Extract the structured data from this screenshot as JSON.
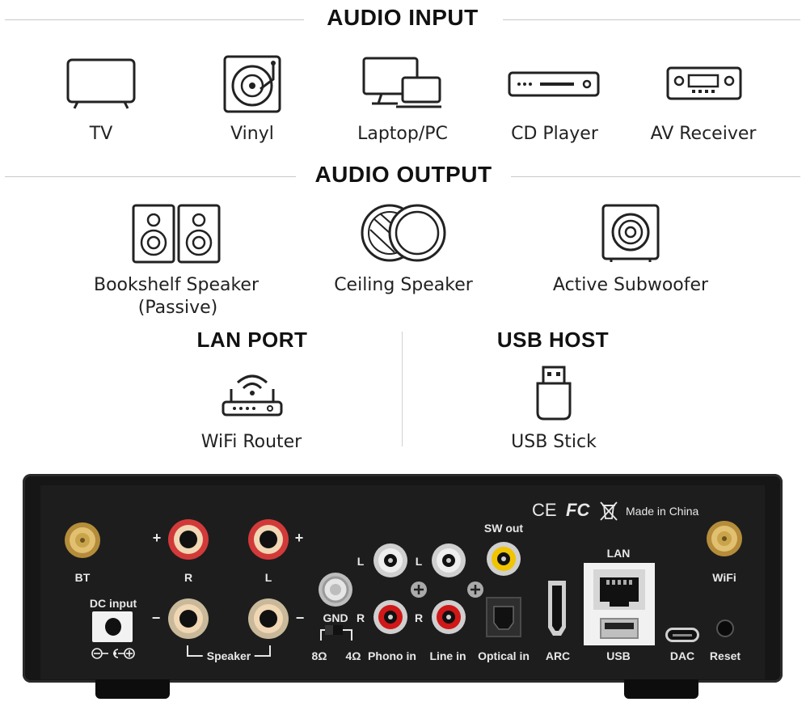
{
  "sections": {
    "audio_input": "AUDIO INPUT",
    "audio_output": "AUDIO OUTPUT",
    "lan_port": "LAN PORT",
    "usb_host": "USB HOST"
  },
  "inputs": [
    {
      "label": "TV",
      "icon": "tv-icon"
    },
    {
      "label": "Vinyl",
      "icon": "vinyl-icon"
    },
    {
      "label": "Laptop/PC",
      "icon": "laptop-pc-icon"
    },
    {
      "label": "CD Player",
      "icon": "cd-player-icon"
    },
    {
      "label": "AV Receiver",
      "icon": "av-receiver-icon"
    }
  ],
  "outputs": [
    {
      "label": "Bookshelf Speaker",
      "sublabel": "(Passive)",
      "icon": "bookshelf-speaker-icon"
    },
    {
      "label": "Ceiling Speaker",
      "icon": "ceiling-speaker-icon"
    },
    {
      "label": "Active Subwoofer",
      "icon": "subwoofer-icon"
    }
  ],
  "lan": {
    "label": "WiFi Router",
    "icon": "wifi-router-icon"
  },
  "usb": {
    "label": "USB Stick",
    "icon": "usb-stick-icon"
  },
  "device": {
    "bt": "BT",
    "wifi": "WiFi",
    "dc_input": "DC input",
    "plus": "+",
    "minus": "−",
    "r": "R",
    "l": "L",
    "speaker": "Speaker",
    "gnd": "GND",
    "ohm8": "8Ω",
    "ohm4": "4Ω",
    "phono_in": "Phono in",
    "line_in": "Line in",
    "sw_out": "SW out",
    "optical_in": "Optical in",
    "arc": "ARC",
    "lan": "LAN",
    "usb": "USB",
    "dac": "DAC",
    "reset": "Reset",
    "made_in": "Made in China",
    "ce": "CE",
    "fc": "FC"
  },
  "colors": {
    "post_red": "#d23a3a",
    "post_black": "#c9b99a",
    "rca_red": "#d01818",
    "rca_white": "#eeeeee",
    "rca_yellow": "#f0c400",
    "gold": "#c9a44a"
  }
}
